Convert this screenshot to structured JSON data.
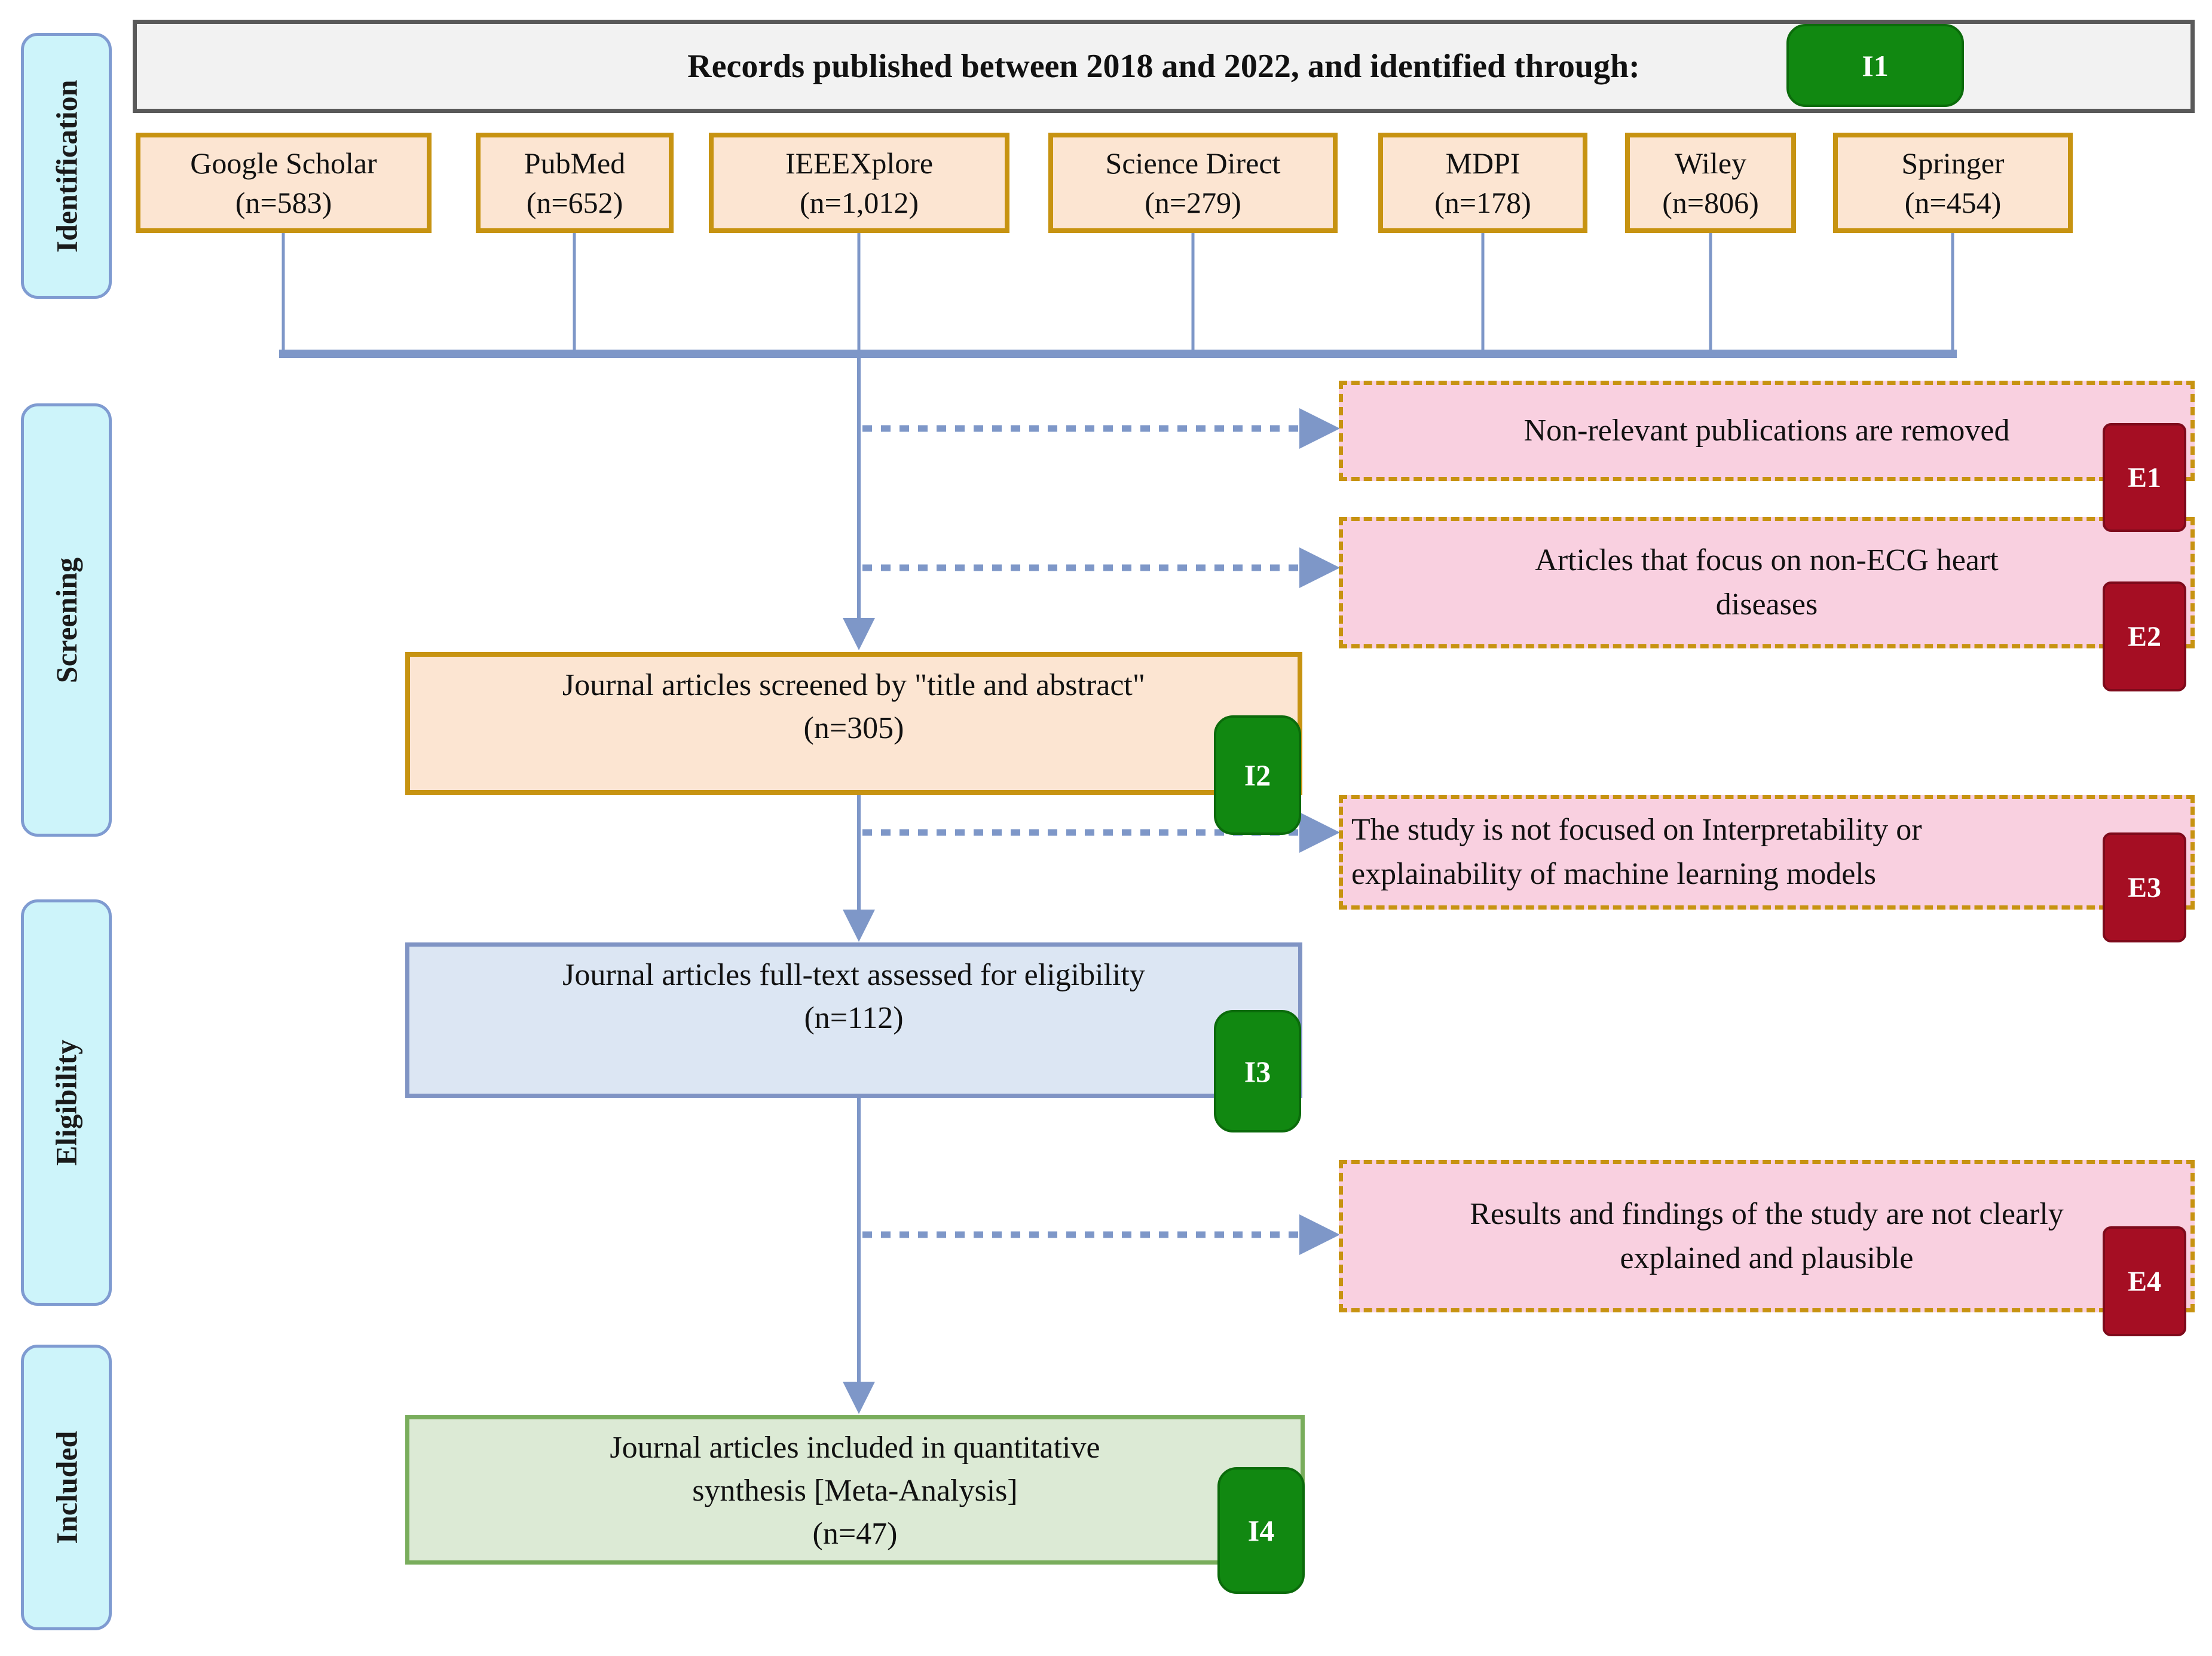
{
  "figure": {
    "type": "prisma-flow-diagram",
    "stages": [
      {
        "label": "Identification"
      },
      {
        "label": "Screening"
      },
      {
        "label": "Eligibility"
      },
      {
        "label": "Included"
      }
    ],
    "header": {
      "text": "Records published between 2018 and 2022,  and identified through:",
      "badge": "I1"
    },
    "sources": [
      {
        "name": "Google Scholar",
        "count": "(n=583)"
      },
      {
        "name": "PubMed",
        "count": "(n=652)"
      },
      {
        "name": "IEEEXplore",
        "count": "(n=1,012)"
      },
      {
        "name": "Science Direct",
        "count": "(n=279)"
      },
      {
        "name": "MDPI",
        "count": "(n=178)"
      },
      {
        "name": "Wiley",
        "count": "(n=806)"
      },
      {
        "name": "Springer",
        "count": "(n=454)"
      }
    ],
    "process_boxes": [
      {
        "id": "I2",
        "line1": "Journal articles screened by \"title and abstract\"",
        "count": "(n=305)",
        "badge": "I2"
      },
      {
        "id": "I3",
        "line1": "Journal articles full-text assessed for eligibility",
        "count": "(n=112)",
        "badge": "I3"
      },
      {
        "id": "I4",
        "line1": "Journal articles included in quantitative",
        "line2": "synthesis [Meta-Analysis]",
        "count": "(n=47)",
        "badge": "I4"
      }
    ],
    "exclusion_boxes": [
      {
        "id": "E1",
        "line1": "Non-relevant publications are removed",
        "line2": "",
        "badge": "E1"
      },
      {
        "id": "E2",
        "line1": "Articles that focus on non-ECG heart",
        "line2": "diseases",
        "badge": "E2"
      },
      {
        "id": "E3",
        "line1": "The study is not focused on Interpretability or",
        "line2": "explainability of machine learning models",
        "badge": "E3"
      },
      {
        "id": "E4",
        "line1": "Results and findings of the study are not clearly",
        "line2": "explained and plausible",
        "badge": "E4"
      }
    ],
    "colors": {
      "stage_fill": "#CDF4FA",
      "stage_border": "#7F9BD1",
      "header_fill": "#F2F2F2",
      "header_border": "#595959",
      "source_fill": "#FCE5D2",
      "source_border": "#C79311",
      "exclusion_fill": "#F9D0E0",
      "eligibility_fill": "#DCE6F3",
      "eligibility_border": "#8094C4",
      "included_fill": "#DCEAD5",
      "included_border": "#79AD5C",
      "badge_include": "#118811",
      "badge_exclude": "#A50E23",
      "connector": "#7E97C8"
    }
  }
}
